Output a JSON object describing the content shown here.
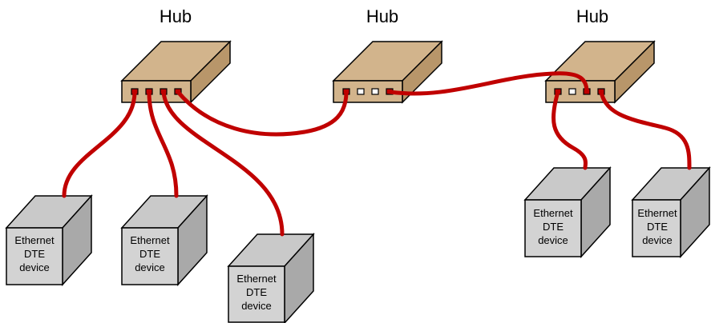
{
  "hubs": [
    {
      "label": "Hub"
    },
    {
      "label": "Hub"
    },
    {
      "label": "Hub"
    }
  ],
  "devices": [
    {
      "line1": "Ethernet",
      "line2": "DTE",
      "line3": "device"
    },
    {
      "line1": "Ethernet",
      "line2": "DTE",
      "line3": "device"
    },
    {
      "line1": "Ethernet",
      "line2": "DTE",
      "line3": "device"
    },
    {
      "line1": "Ethernet",
      "line2": "DTE",
      "line3": "device"
    },
    {
      "line1": "Ethernet",
      "line2": "DTE",
      "line3": "device"
    }
  ],
  "colors": {
    "cable": "#c00000",
    "hub_body": "#d2b48c",
    "device_body": "#d3d3d3"
  }
}
